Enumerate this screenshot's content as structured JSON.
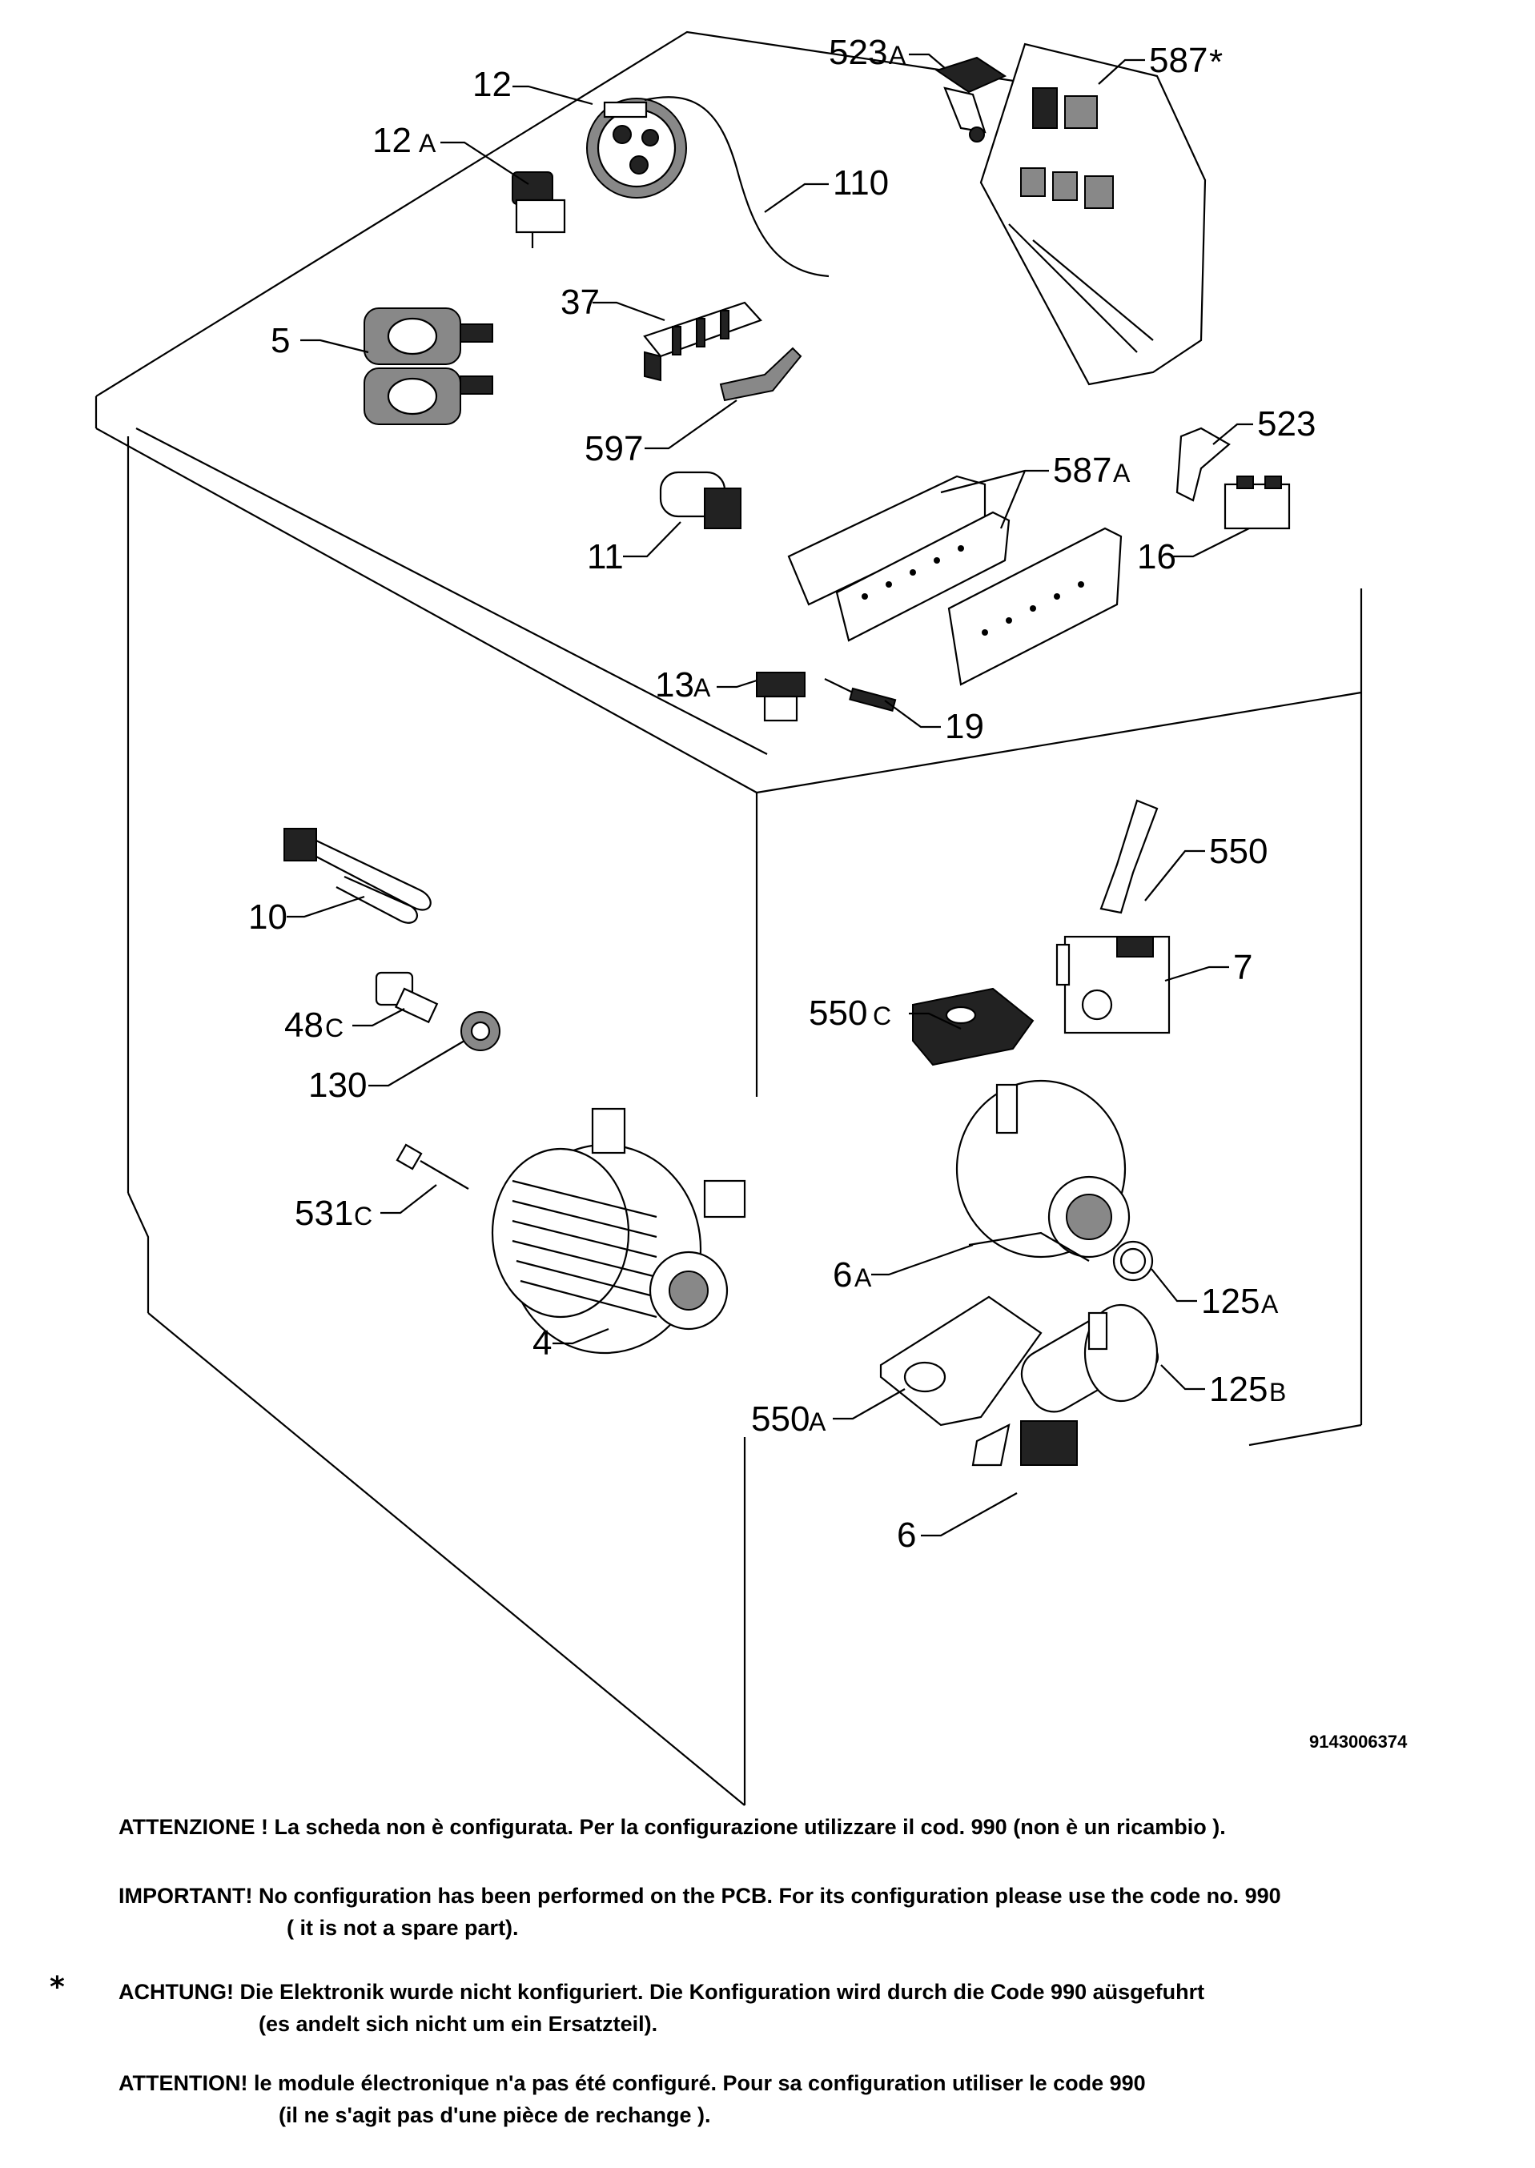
{
  "parts": [
    {
      "id": "p12",
      "number": "12"
    },
    {
      "id": "p12a",
      "number": "12",
      "suffix": "A"
    },
    {
      "id": "p110",
      "number": "110"
    },
    {
      "id": "p5",
      "number": "5"
    },
    {
      "id": "p37",
      "number": "37"
    },
    {
      "id": "p597",
      "number": "597"
    },
    {
      "id": "p11",
      "number": "11"
    },
    {
      "id": "p523a",
      "number": "523",
      "suffix": "A"
    },
    {
      "id": "p587s",
      "number": "587",
      "suffix": "*"
    },
    {
      "id": "p523",
      "number": "523"
    },
    {
      "id": "p587a",
      "number": "587",
      "suffix": "A"
    },
    {
      "id": "p16",
      "number": "16"
    },
    {
      "id": "p13a",
      "number": "13",
      "suffix": "A"
    },
    {
      "id": "p19",
      "number": "19"
    },
    {
      "id": "p10",
      "number": "10"
    },
    {
      "id": "p48c",
      "number": "48",
      "suffix": "C"
    },
    {
      "id": "p130",
      "number": "130"
    },
    {
      "id": "p531c",
      "number": "531",
      "suffix": "C"
    },
    {
      "id": "p4",
      "number": "4"
    },
    {
      "id": "p550",
      "number": "550"
    },
    {
      "id": "p7",
      "number": "7"
    },
    {
      "id": "p550c",
      "number": "550",
      "suffix": "C"
    },
    {
      "id": "p6a",
      "number": "6",
      "suffix": "A"
    },
    {
      "id": "p125a",
      "number": "125",
      "suffix": "A"
    },
    {
      "id": "p125b",
      "number": "125",
      "suffix": "B"
    },
    {
      "id": "p550a",
      "number": "550",
      "suffix": "A"
    },
    {
      "id": "p6",
      "number": "6"
    }
  ],
  "drawing_code": "9143006374",
  "notes": {
    "it": {
      "line1": "ATTENZIONE ! La scheda non è  configurata. Per la configurazione utilizzare il cod. 990 (non è un ricambio )."
    },
    "en": {
      "line1": "IMPORTANT! No configuration has been performed on the PCB. For its configuration please use the code no. 990",
      "line2": "( it is not a spare part)."
    },
    "de": {
      "marker": "*",
      "line1": "ACHTUNG! Die Elektronik wurde nicht konfiguriert. Die Konfiguration wird durch die Code 990 aüsgefuhrt",
      "line2": "(es andelt sich nicht um ein Ersatzteil)."
    },
    "fr": {
      "line1": "ATTENTION! le module électronique n'a pas été configuré. Pour  sa configuration utiliser le code 990",
      "line2": "(il ne s'agit pas d'une pièce de rechange )."
    }
  }
}
